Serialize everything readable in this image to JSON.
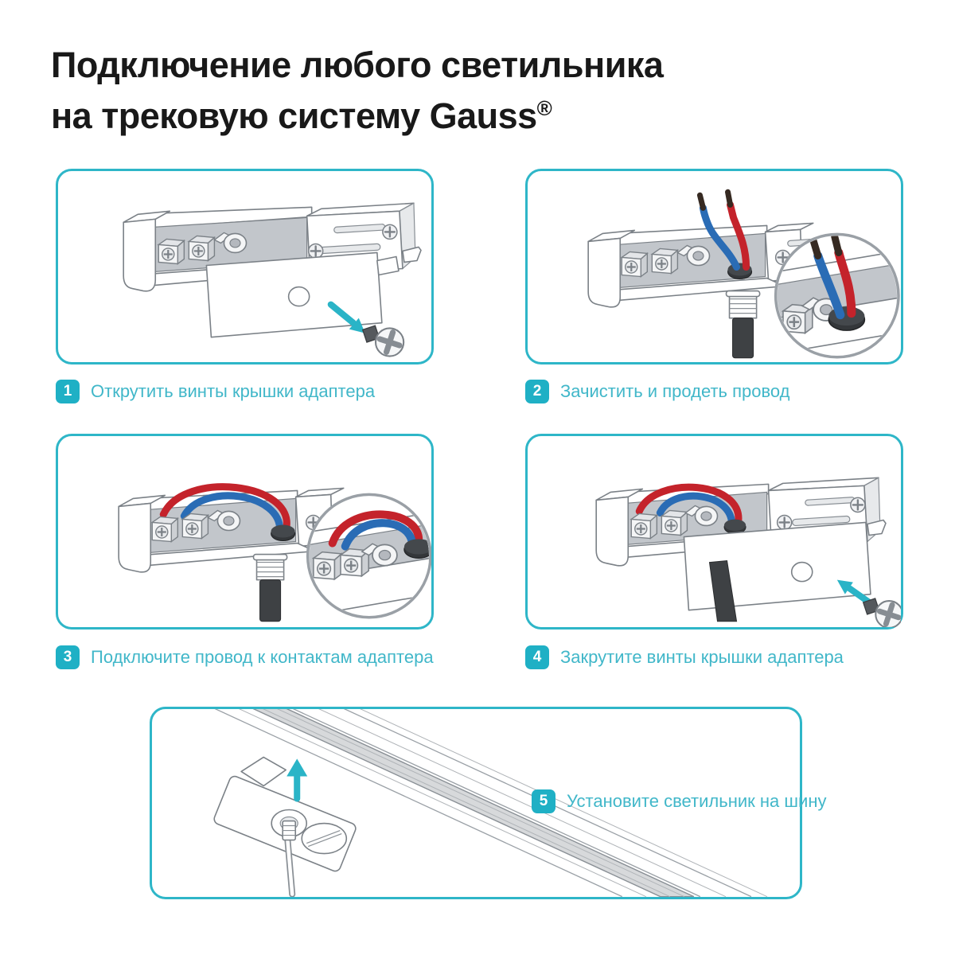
{
  "page": {
    "background_color": "#ffffff",
    "language": "ru"
  },
  "title": {
    "line1": "Подключение любого светильника",
    "line2": "на трековую систему Gauss",
    "trademark": "®"
  },
  "colors": {
    "accent_cyan": "#2eb6c8",
    "badge_cyan": "#1fb0c5",
    "step_text_cyan": "#41b7c9",
    "title_black": "#191919",
    "wire_red": "#c4232b",
    "wire_blue": "#2a6cb5",
    "cable_black": "#3e4144",
    "line_art_gray": "#7b8187"
  },
  "steps": [
    {
      "number": "1",
      "label": "Открутить винты крышки адаптера",
      "illustration": "adapter-with-cover-slid-off-and-screw"
    },
    {
      "number": "2",
      "label": "Зачистить и продеть провод",
      "illustration": "stripped-wires-threaded-through-adapter-with-magnifier"
    },
    {
      "number": "3",
      "label": "Подключите провод к контактам адаптера",
      "illustration": "wires-connected-to-adapter-terminals-with-magnifier"
    },
    {
      "number": "4",
      "label": "Закрутите винты крышки адаптера",
      "illustration": "cover-reattached-with-screw-and-arrow"
    },
    {
      "number": "5",
      "label": "Установите светильник на шину",
      "illustration": "adapter-being-mounted-onto-track-rail"
    }
  ]
}
